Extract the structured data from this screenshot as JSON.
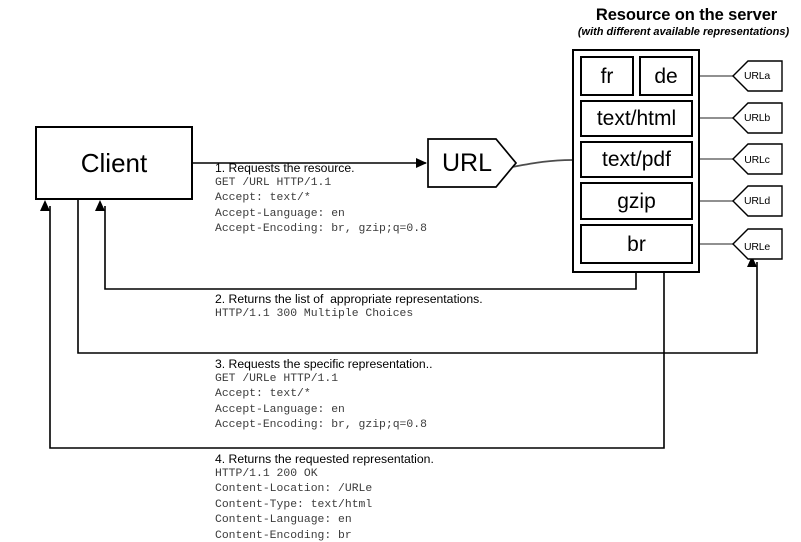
{
  "server": {
    "title": "Resource on the server",
    "subtitle": "(with different available representations)",
    "representations": [
      {
        "id": "fr",
        "label": "fr"
      },
      {
        "id": "de",
        "label": "de"
      },
      {
        "id": "text-html",
        "label": "text/html"
      },
      {
        "id": "text-pdf",
        "label": "text/pdf"
      },
      {
        "id": "gzip",
        "label": "gzip"
      },
      {
        "id": "br",
        "label": "br"
      }
    ],
    "url_tags": [
      {
        "id": "urla",
        "label": "URLa"
      },
      {
        "id": "urlb",
        "label": "URLb"
      },
      {
        "id": "urlc",
        "label": "URLc"
      },
      {
        "id": "urld",
        "label": "URLd"
      },
      {
        "id": "urle",
        "label": "URLe"
      }
    ]
  },
  "client": {
    "label": "Client"
  },
  "url_node": {
    "label": "URL"
  },
  "steps": [
    {
      "id": "step-1",
      "title": "1. Requests the resource.",
      "code": "GET /URL HTTP/1.1\nAccept: text/*\nAccept-Language: en\nAccept-Encoding: br, gzip;q=0.8"
    },
    {
      "id": "step-2",
      "title": "2. Returns the list of  appropriate representations.",
      "code": "HTTP/1.1 300 Multiple Choices"
    },
    {
      "id": "step-3",
      "title": "3. Requests the specific representation..",
      "code": "GET /URLe HTTP/1.1\nAccept: text/*\nAccept-Language: en\nAccept-Encoding: br, gzip;q=0.8"
    },
    {
      "id": "step-4",
      "title": "4. Returns the requested representation.",
      "code": "HTTP/1.1 200 OK\nContent-Location: /URLe\nContent-Type: text/html\nContent-Language: en\nContent-Encoding: br"
    }
  ],
  "colors": {
    "stroke": "#000000",
    "background": "#ffffff",
    "code_text": "#3b3b3b",
    "connector_gray": "#5a5a5a"
  }
}
